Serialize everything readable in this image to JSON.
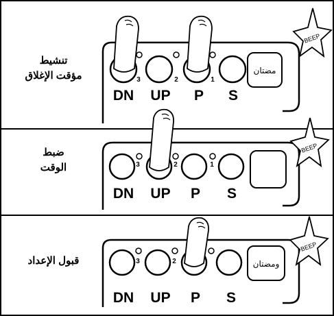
{
  "panels": [
    {
      "label_lines": [
        "تنشيط",
        "مؤقت الإغلاق"
      ],
      "buttons": [
        "DN",
        "UP",
        "P",
        "S"
      ],
      "leds": [
        "3",
        "2",
        "1"
      ],
      "display_text": "مضتان",
      "beep": "BEEP",
      "pressed": [
        "DN",
        "P"
      ]
    },
    {
      "label_lines": [
        "ضبط",
        "الوقت"
      ],
      "buttons": [
        "DN",
        "UP",
        "P",
        "S"
      ],
      "leds": [
        "3",
        "2",
        "1"
      ],
      "display_text": "",
      "beep": "BEEP",
      "pressed": [
        "UP"
      ]
    },
    {
      "label_lines": [
        "قبول الإعداد"
      ],
      "buttons": [
        "DN",
        "UP",
        "P",
        "S"
      ],
      "leds": [
        "3",
        "2",
        ""
      ],
      "display_text": "ومضتان",
      "beep": "BEEP",
      "pressed": [
        "P"
      ]
    }
  ]
}
